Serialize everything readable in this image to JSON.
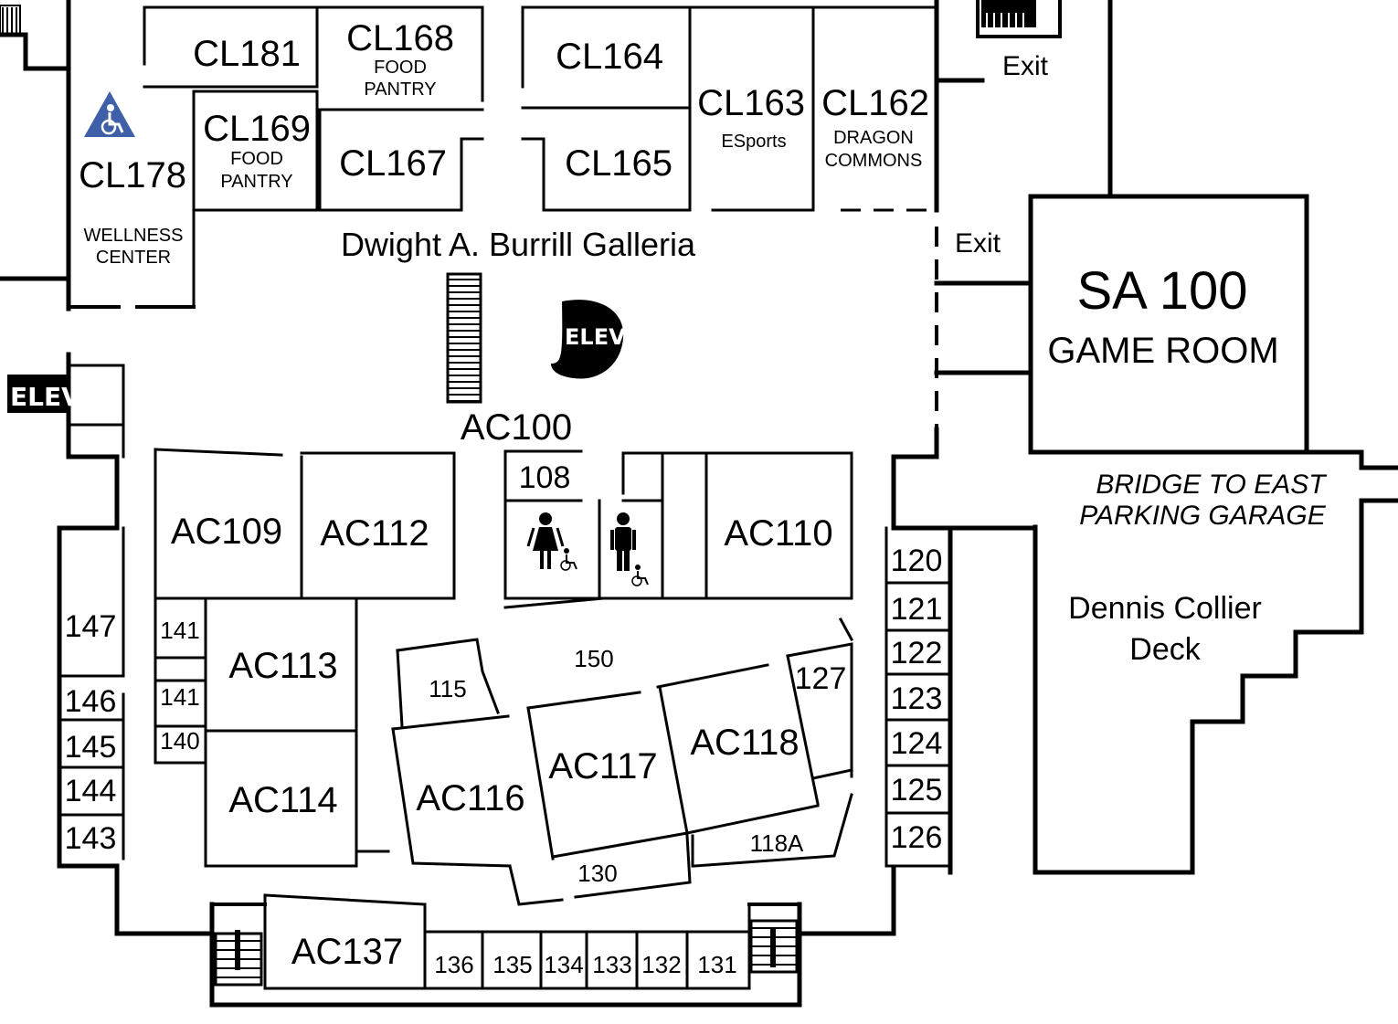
{
  "rooms": {
    "cl181": "CL181",
    "cl168": {
      "name": "CL168",
      "sub1": "FOOD",
      "sub2": "PANTRY"
    },
    "cl164": "CL164",
    "cl163": {
      "name": "CL163",
      "sub": "ESports"
    },
    "cl162": {
      "name": "CL162",
      "sub1": "DRAGON",
      "sub2": "COMMONS"
    },
    "cl169": {
      "name": "CL169",
      "sub1": "FOOD",
      "sub2": "PANTRY"
    },
    "cl167": "CL167",
    "cl165": "CL165",
    "cl178": {
      "name": "CL178",
      "sub1": "WELLNESS",
      "sub2": "CENTER"
    },
    "galleria": "Dwight A. Burrill Galleria",
    "sa100": {
      "name": "SA 100",
      "sub": "GAME ROOM"
    },
    "ac100": "AC100",
    "ac109": "AC109",
    "ac112": "AC112",
    "r108": "108",
    "ac110": "AC110",
    "ac113": "AC113",
    "ac114": "AC114",
    "ac116": "AC116",
    "ac117": "AC117",
    "ac118": "AC118",
    "r118a": "118A",
    "r115": "115",
    "r150": "150",
    "r127": "127",
    "r130": "130",
    "ac137": "AC137",
    "r141a": "141",
    "r141b": "141",
    "r140": "140",
    "west_rooms": [
      "147",
      "146",
      "145",
      "144",
      "143"
    ],
    "east_rooms": [
      "120",
      "121",
      "122",
      "123",
      "124",
      "125",
      "126"
    ],
    "south_rooms": [
      "136",
      "135",
      "134",
      "133",
      "132",
      "131"
    ]
  },
  "labels": {
    "exit_top": "Exit",
    "exit_mid": "Exit",
    "elev": "ELEV",
    "bridge1": "BRIDGE TO EAST",
    "bridge2": "PARKING GARAGE",
    "deck1": "Dennis Collier",
    "deck2": "Deck"
  },
  "icons": {
    "accessible_color": "#3f5fa8"
  }
}
